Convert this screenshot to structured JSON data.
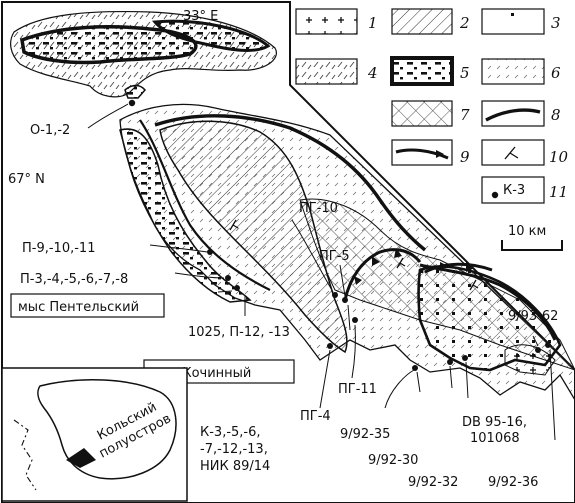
{
  "coords": {
    "lon": "33° E",
    "lat": "67° N"
  },
  "scale": {
    "label": "10 км"
  },
  "capes": {
    "pentelsky": "мыс Пентельский",
    "kochinny": "мыс Кочинный"
  },
  "inset": {
    "line1": "Кольский",
    "line2": "полуостров"
  },
  "samples": {
    "o1": "О-1,-2",
    "pg10": "ПГ-10",
    "pg5": "ПГ-5",
    "p9": "П-9,-10,-11",
    "p3": "П-3,-4,-5,-6,-7,-8",
    "s1025": "1025, П-12, -13",
    "pg11": "ПГ-11",
    "pg4": "ПГ-4",
    "s9_92_35": "9/92-35",
    "s9_93_62": "9/93-62",
    "db": "DB 95-16,",
    "s101068": "101068",
    "s9_92_30": "9/92-30",
    "s9_92_32": "9/92-32",
    "s9_92_36": "9/92-36",
    "k3a": "К-3,-5,-6,",
    "k3b": "-7,-12,-13,",
    "k3c": "НИК 89/14"
  },
  "legend": {
    "items": [
      {
        "num": "1",
        "pattern": "crosses"
      },
      {
        "num": "2",
        "pattern": "hatch"
      },
      {
        "num": "3",
        "pattern": "dots"
      },
      {
        "num": "4",
        "pattern": "ticks"
      },
      {
        "num": "5",
        "pattern": "dashes-bold"
      },
      {
        "num": "6",
        "pattern": "fine-ticks"
      },
      {
        "num": "7",
        "pattern": "cross-hatch"
      },
      {
        "num": "8",
        "pattern": "thick-line"
      },
      {
        "num": "9",
        "pattern": "thrust"
      },
      {
        "num": "10",
        "pattern": "strike-dip"
      },
      {
        "num": "11",
        "pattern": "sample-point",
        "text": "К-3"
      }
    ]
  }
}
